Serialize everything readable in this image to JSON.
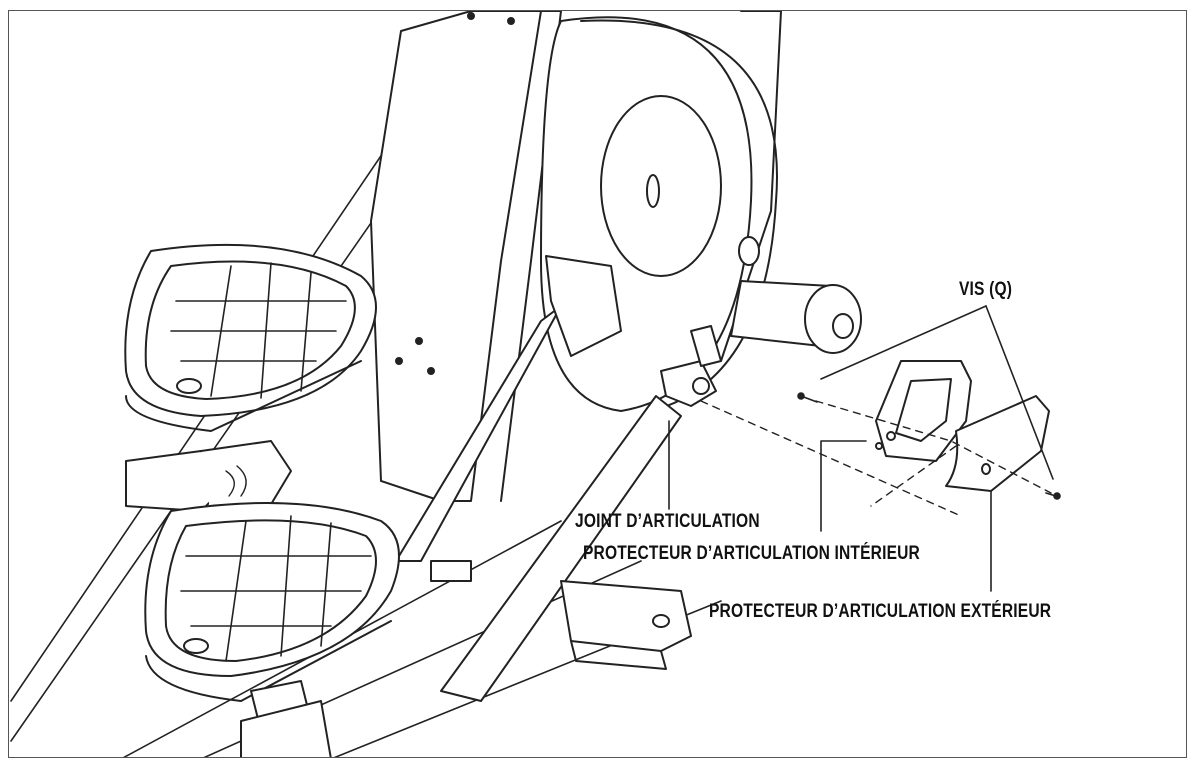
{
  "callouts": {
    "vis": "VIS (Q)",
    "joint": "JOINT D’ARTICULATION",
    "inner_guard": "PROTECTEUR D’ARTICULATION INTÉRIEUR",
    "outer_guard": "PROTECTEUR D’ARTICULATION EXTÉRIEUR"
  }
}
